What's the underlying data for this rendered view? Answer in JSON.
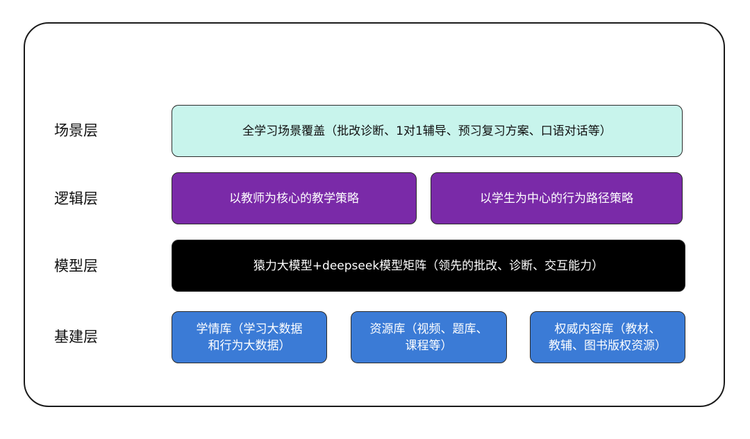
{
  "layers": {
    "scene": {
      "label": "场景层",
      "boxes": [
        "全学习场景覆盖（批改诊断、1对1辅导、预习复习方案、口语对话等）"
      ]
    },
    "logic": {
      "label": "逻辑层",
      "boxes": [
        "以教师为核心的教学策略",
        "以学生为中心的行为路径策略"
      ]
    },
    "model": {
      "label": "模型层",
      "boxes": [
        "猿力大模型+deepseek模型矩阵（领先的批改、诊断、交互能力）"
      ]
    },
    "base": {
      "label": "基建层",
      "boxes": [
        {
          "line1": "学情库（学习大数据",
          "line2": "和行为大数据）"
        },
        {
          "line1": "资源库（视频、题库、",
          "line2": "课程等）"
        },
        {
          "line1": "权威内容库（教材、",
          "line2": "教辅、图书版权资源）"
        }
      ]
    }
  },
  "colors": {
    "scene_fill": "#c8f4ec",
    "logic_fill": "#7a2aa8",
    "model_fill": "#000000",
    "base_fill": "#3b7bd6"
  }
}
